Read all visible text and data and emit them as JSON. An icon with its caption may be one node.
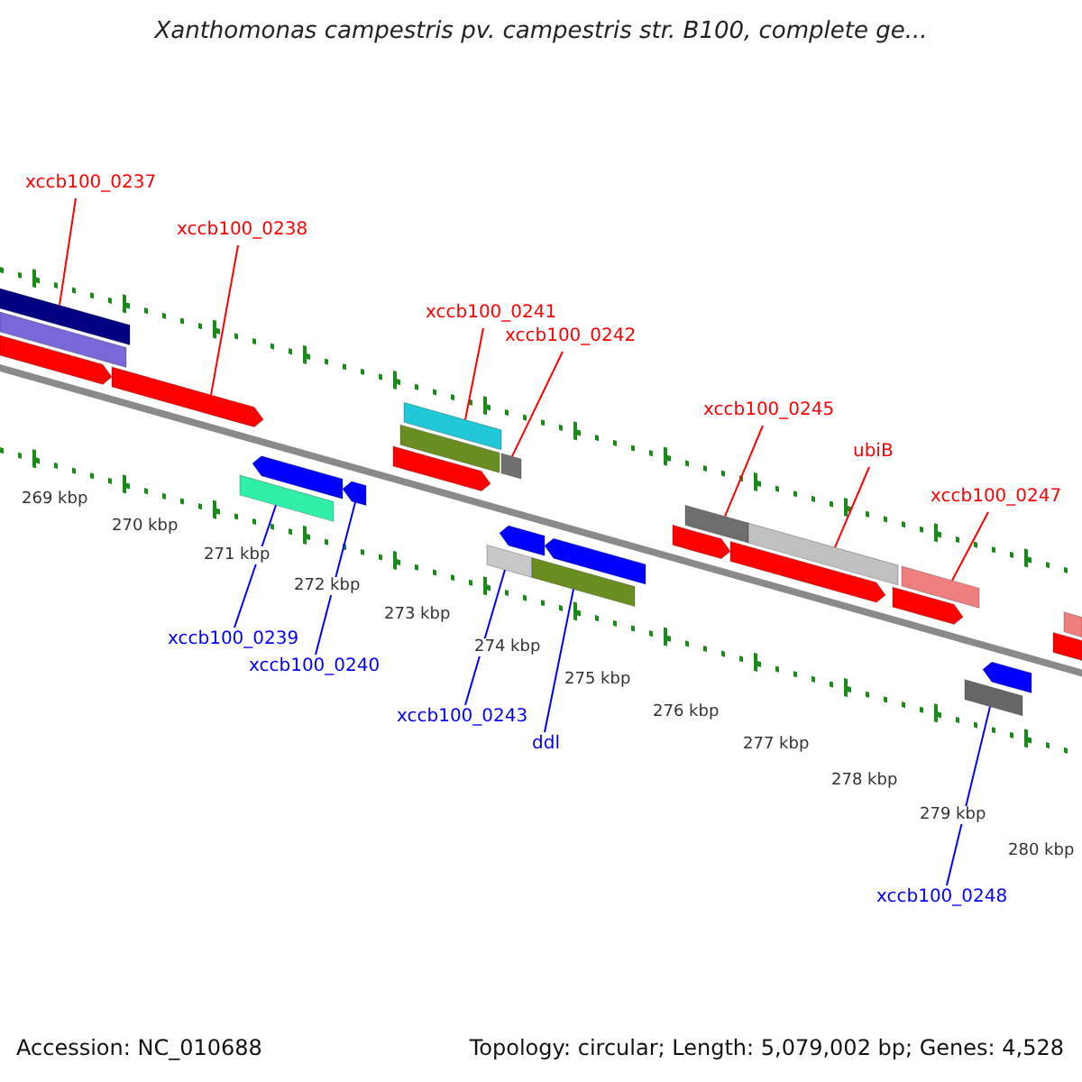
{
  "diagram": {
    "title": "Xanthomonas campestris pv. campestris str. B100, complete ge...",
    "nodes": [
      {
        "text": [
          "xccb100_0237"
        ]
      },
      {
        "text": [
          "xccb100_0238"
        ]
      },
      {
        "text": [
          "xccb100_0241"
        ]
      },
      {
        "text": [
          "xccb100_0242"
        ]
      },
      {
        "text": [
          "xccb100_0245"
        ]
      },
      {
        "text": [
          "ubiB"
        ]
      },
      {
        "text": [
          "xccb100_0247"
        ]
      },
      {
        "text": [
          "xccb100_0239"
        ]
      },
      {
        "text": [
          "xccb100_0240"
        ]
      },
      {
        "text": [
          "xccb100_0243"
        ]
      },
      {
        "text": [
          "ddl"
        ]
      },
      {
        "text": [
          "xccb100_0248"
        ]
      },
      {
        "text": [],
        "shape": "bar"
      },
      {
        "text": [],
        "shape": "bar"
      },
      {
        "text": [],
        "shape": "bar"
      },
      {
        "text": [],
        "shape": "bar"
      },
      {
        "text": [],
        "shape": "bar"
      },
      {
        "text": [],
        "shape": "bar"
      },
      {
        "text": [],
        "shape": "bar"
      },
      {
        "text": [],
        "shape": "bar"
      },
      {
        "text": [],
        "shape": "bar"
      },
      {
        "text": [],
        "shape": "bar"
      },
      {
        "text": [],
        "shape": "bar"
      },
      {
        "text": [],
        "shape": "bar"
      },
      {
        "text": [],
        "shape": "bar"
      }
    ],
    "edges": [
      {
        "from": 0,
        "to": 12,
        "arrow": "none"
      },
      {
        "from": 1,
        "to": 13,
        "arrow": "none"
      },
      {
        "from": 2,
        "to": 14,
        "arrow": "none"
      },
      {
        "from": 3,
        "to": 15,
        "arrow": "none"
      },
      {
        "from": 4,
        "to": 16,
        "arrow": "none"
      },
      {
        "from": 5,
        "to": 17,
        "arrow": "none"
      },
      {
        "from": 6,
        "to": 18,
        "arrow": "none"
      },
      {
        "from": 7,
        "to": 19,
        "arrow": "none",
        "color": "#0000ff"
      },
      {
        "from": 8,
        "to": 20,
        "arrow": "none",
        "color": "#0000ff"
      },
      {
        "from": 9,
        "to": 21,
        "arrow": "none",
        "color": "#0000ff"
      },
      {
        "from": 10,
        "to": 22,
        "arrow": "none",
        "color": "#0000ff"
      },
      {
        "from": 11,
        "to": 23,
        "arrow": "none",
        "color": "#0000ff"
      }
    ],
    "labels": [
      "269 kbp",
      "270 kbp",
      "271 kbp",
      "272 kbp",
      "273 kbp",
      "274 kbp",
      "275 kbp",
      "276 kbp",
      "277 kbp",
      "278 kbp",
      "279 kbp",
      "280 kbp",
      "Accession: NC_010688",
      "Topology: circular; Length: 5,079,002 bp; Genes: 4,528"
    ]
  }
}
